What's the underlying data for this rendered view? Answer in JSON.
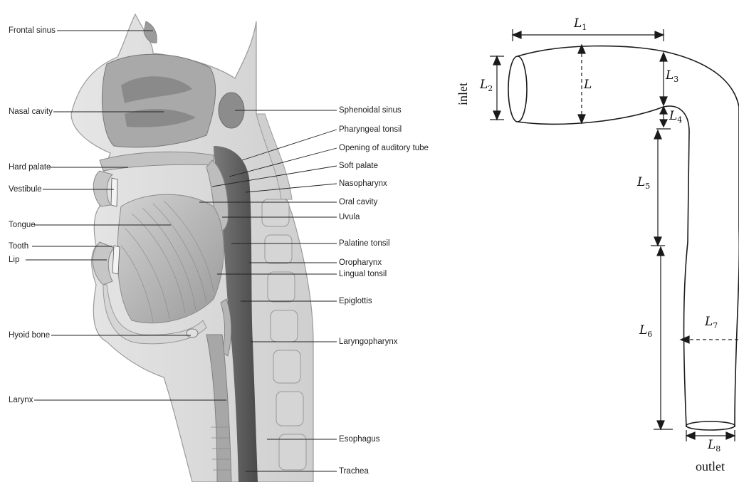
{
  "colors": {
    "line": "#1a1a1a",
    "tissue_light": "#dcdcdc",
    "tissue_mid": "#b5b5b5",
    "tissue_dark": "#8f8f8f",
    "airway_dark": "#5d5d5d"
  },
  "anatomy": {
    "left_labels": [
      "Frontal sinus",
      "Nasal cavity",
      "Hard palate",
      "Vestibule",
      "Tongue",
      "Tooth",
      "Lip",
      "Hyoid bone",
      "Larynx"
    ],
    "right_labels": [
      "Sphenoidal sinus",
      "Pharyngeal tonsil",
      "Opening of auditory tube",
      "Soft palate",
      "Nasopharynx",
      "Oral cavity",
      "Uvula",
      "Palatine tonsil",
      "Oropharynx",
      "Lingual tonsil",
      "Epiglottis",
      "Laryngopharynx",
      "Esophagus",
      "Trachea"
    ]
  },
  "model": {
    "inlet_label": "inlet",
    "outlet_label": "outlet",
    "dimensions": [
      {
        "sym": "L",
        "sub": "1"
      },
      {
        "sym": "L",
        "sub": "2"
      },
      {
        "sym": "L",
        "sub": ""
      },
      {
        "sym": "L",
        "sub": "3"
      },
      {
        "sym": "L",
        "sub": "4"
      },
      {
        "sym": "L",
        "sub": "5"
      },
      {
        "sym": "L",
        "sub": "6"
      },
      {
        "sym": "L",
        "sub": "7"
      },
      {
        "sym": "L",
        "sub": "8"
      }
    ]
  }
}
